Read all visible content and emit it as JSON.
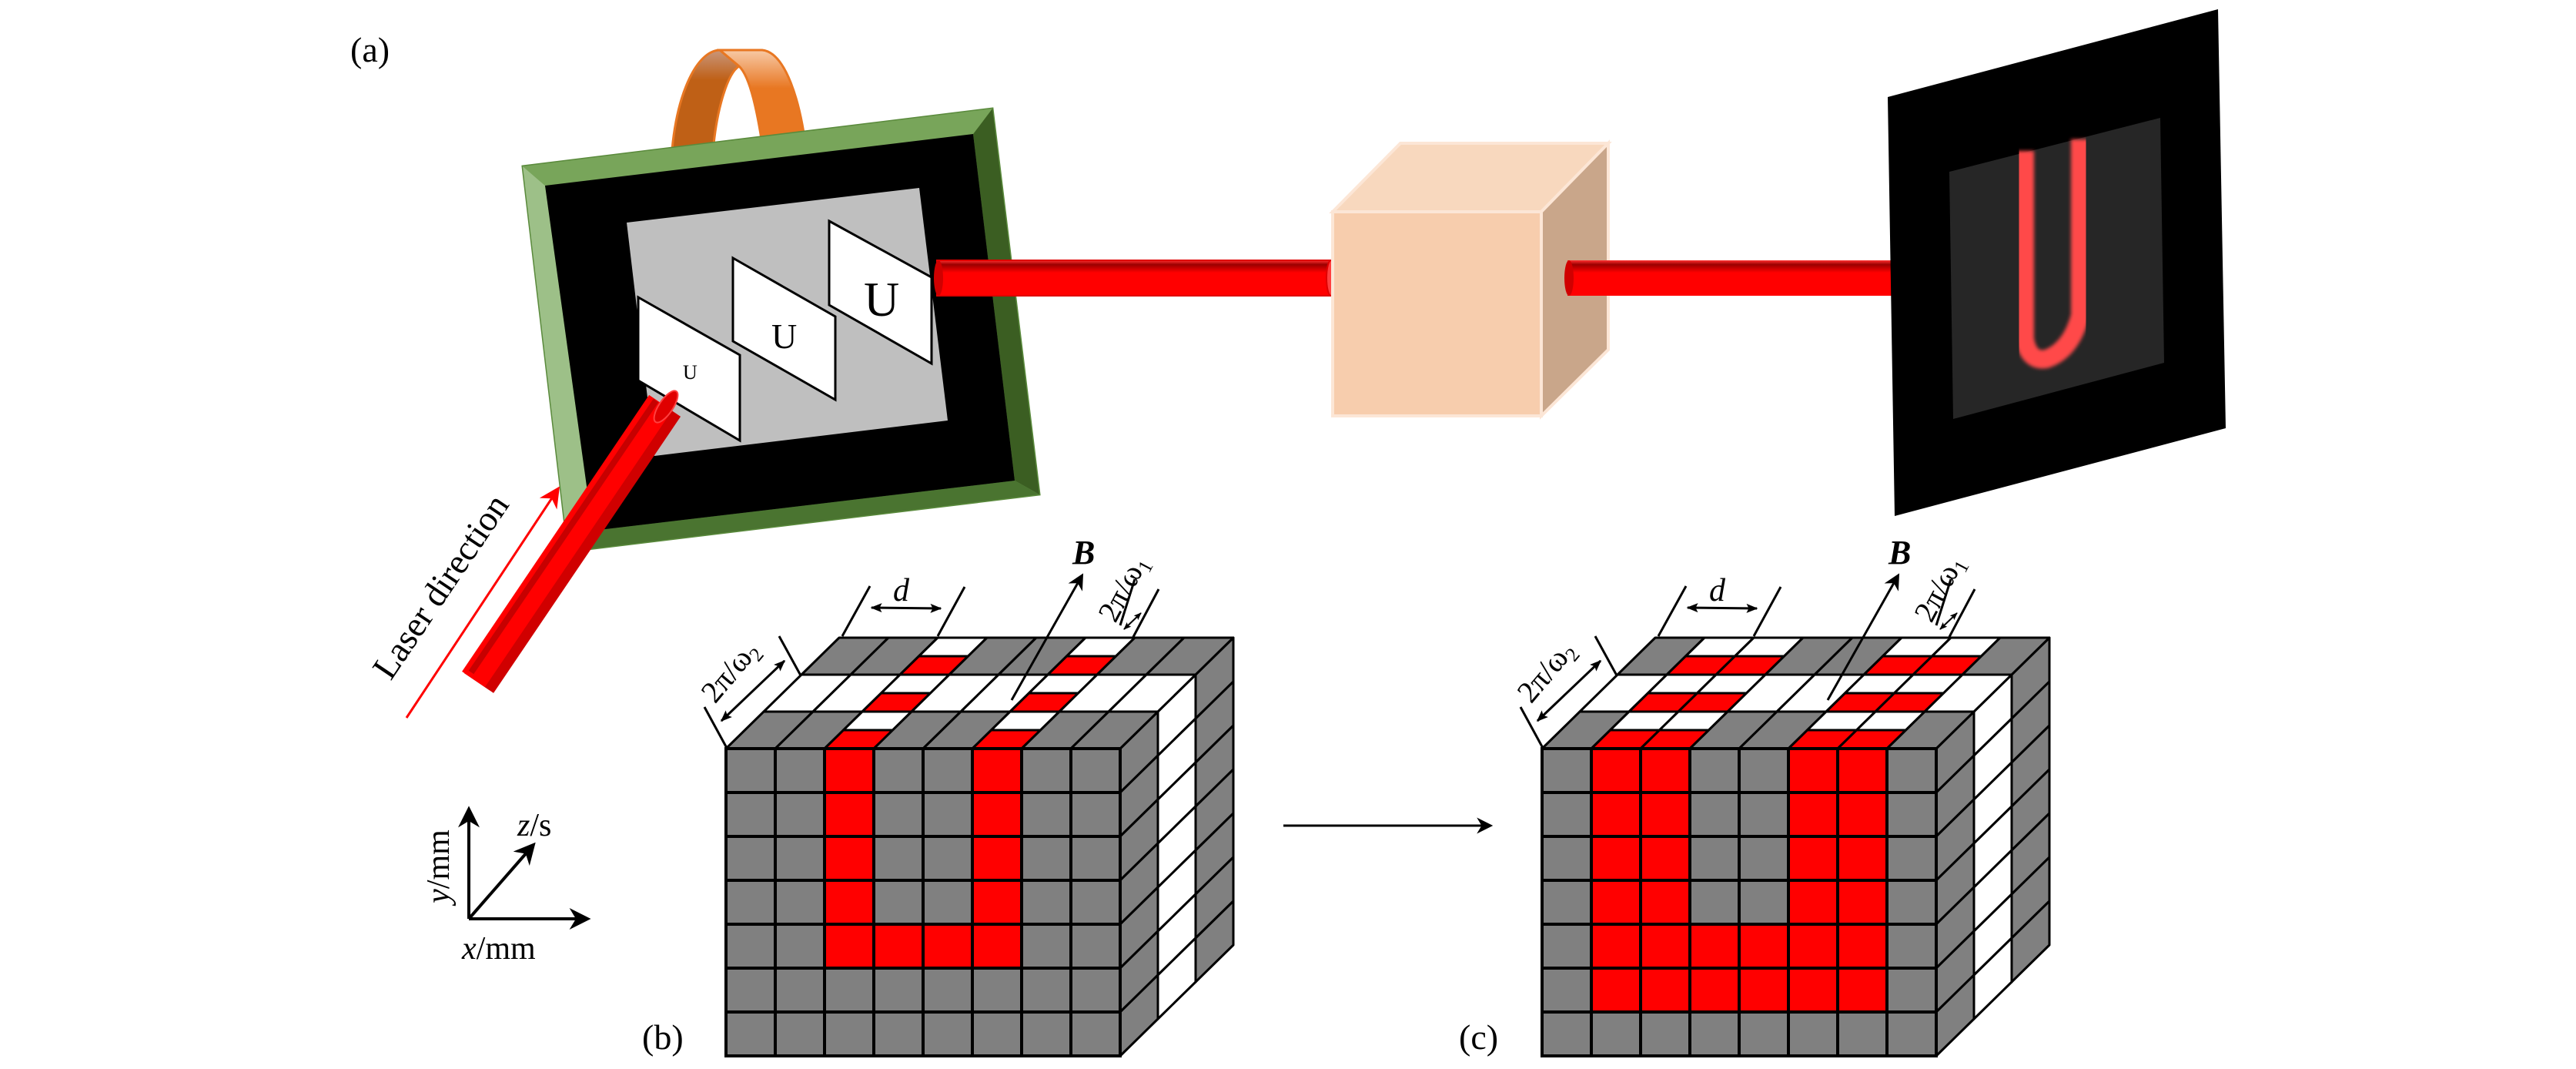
{
  "figure": {
    "panel_labels": {
      "a": "(a)",
      "b": "(b)",
      "c": "(c)"
    },
    "laser_label": "Laser direction",
    "slm_cards": [
      {
        "letter": "U",
        "size": "small"
      },
      {
        "letter": "U",
        "size": "medium"
      },
      {
        "letter": "U",
        "size": "large"
      }
    ],
    "screen_letter": "U",
    "axes": {
      "x": "x/mm",
      "y": "y/mm",
      "z": "z/s",
      "x_var": "x",
      "y_var": "y",
      "z_var": "z",
      "x_unit": "/mm",
      "y_unit": "/mm",
      "z_unit": "/s"
    },
    "annotations": {
      "d": "d",
      "B": "B",
      "omega1": "2π/ω",
      "omega1_sub": "1",
      "omega2": "2π/ω",
      "omega2_sub": "2"
    },
    "colors": {
      "beam": "#ff0000",
      "beam_dark": "#9a0000",
      "frame_green": "#78a55a",
      "frame_green_dark": "#3b5e22",
      "frame_green_light": "#9dc088",
      "loop_orange": "#e87722",
      "loop_orange_dark": "#bf6016",
      "plate_gray": "#bfbfbf",
      "cube_front": "#f7cdad",
      "cube_top": "#f8d8be",
      "cube_side": "#c9a68a",
      "screen_inner": "#262626",
      "screen_glow": "#ff4a4a",
      "voxel_gray": "#808080",
      "voxel_red": "#ff0000",
      "voxel_white": "#ffffff"
    },
    "voxel_grids": {
      "columns": 8,
      "rows": 7,
      "panel_b_red_cells": [
        [
          0,
          2
        ],
        [
          0,
          5
        ],
        [
          1,
          2
        ],
        [
          1,
          5
        ],
        [
          2,
          2
        ],
        [
          2,
          5
        ],
        [
          3,
          2
        ],
        [
          3,
          5
        ],
        [
          4,
          2
        ],
        [
          4,
          3
        ],
        [
          4,
          4
        ],
        [
          4,
          5
        ]
      ],
      "panel_c_red_cells": [
        [
          0,
          1
        ],
        [
          0,
          2
        ],
        [
          0,
          5
        ],
        [
          0,
          6
        ],
        [
          1,
          1
        ],
        [
          1,
          2
        ],
        [
          1,
          5
        ],
        [
          1,
          6
        ],
        [
          2,
          1
        ],
        [
          2,
          2
        ],
        [
          2,
          5
        ],
        [
          2,
          6
        ],
        [
          3,
          1
        ],
        [
          3,
          2
        ],
        [
          3,
          5
        ],
        [
          3,
          6
        ],
        [
          4,
          1
        ],
        [
          4,
          2
        ],
        [
          4,
          3
        ],
        [
          4,
          4
        ],
        [
          4,
          5
        ],
        [
          4,
          6
        ],
        [
          5,
          1
        ],
        [
          5,
          2
        ],
        [
          5,
          3
        ],
        [
          5,
          4
        ],
        [
          5,
          5
        ],
        [
          5,
          6
        ]
      ],
      "panel_b_red_columns": [
        2,
        5
      ],
      "panel_c_red_columns": [
        1,
        2,
        5,
        6
      ]
    }
  }
}
